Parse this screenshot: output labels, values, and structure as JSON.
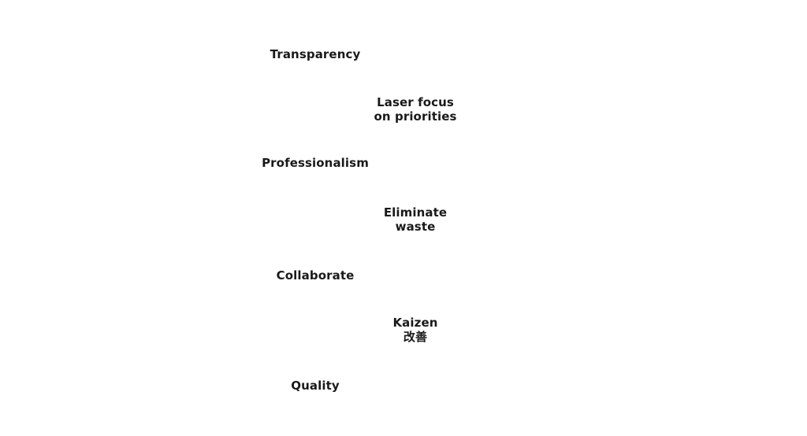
{
  "values": {
    "transparency": "Transparency",
    "laser_focus": {
      "line1": "Laser focus",
      "line2": "on priorities"
    },
    "professionalism": "Professionalism",
    "eliminate_waste": {
      "line1": "Eliminate",
      "line2": "waste"
    },
    "collaborate": "Collaborate",
    "kaizen": {
      "line1": "Kaizen",
      "line2": "改善"
    },
    "quality": "Quality"
  },
  "colors": {
    "text": "#1a1a1a",
    "background": "#ffffff"
  }
}
